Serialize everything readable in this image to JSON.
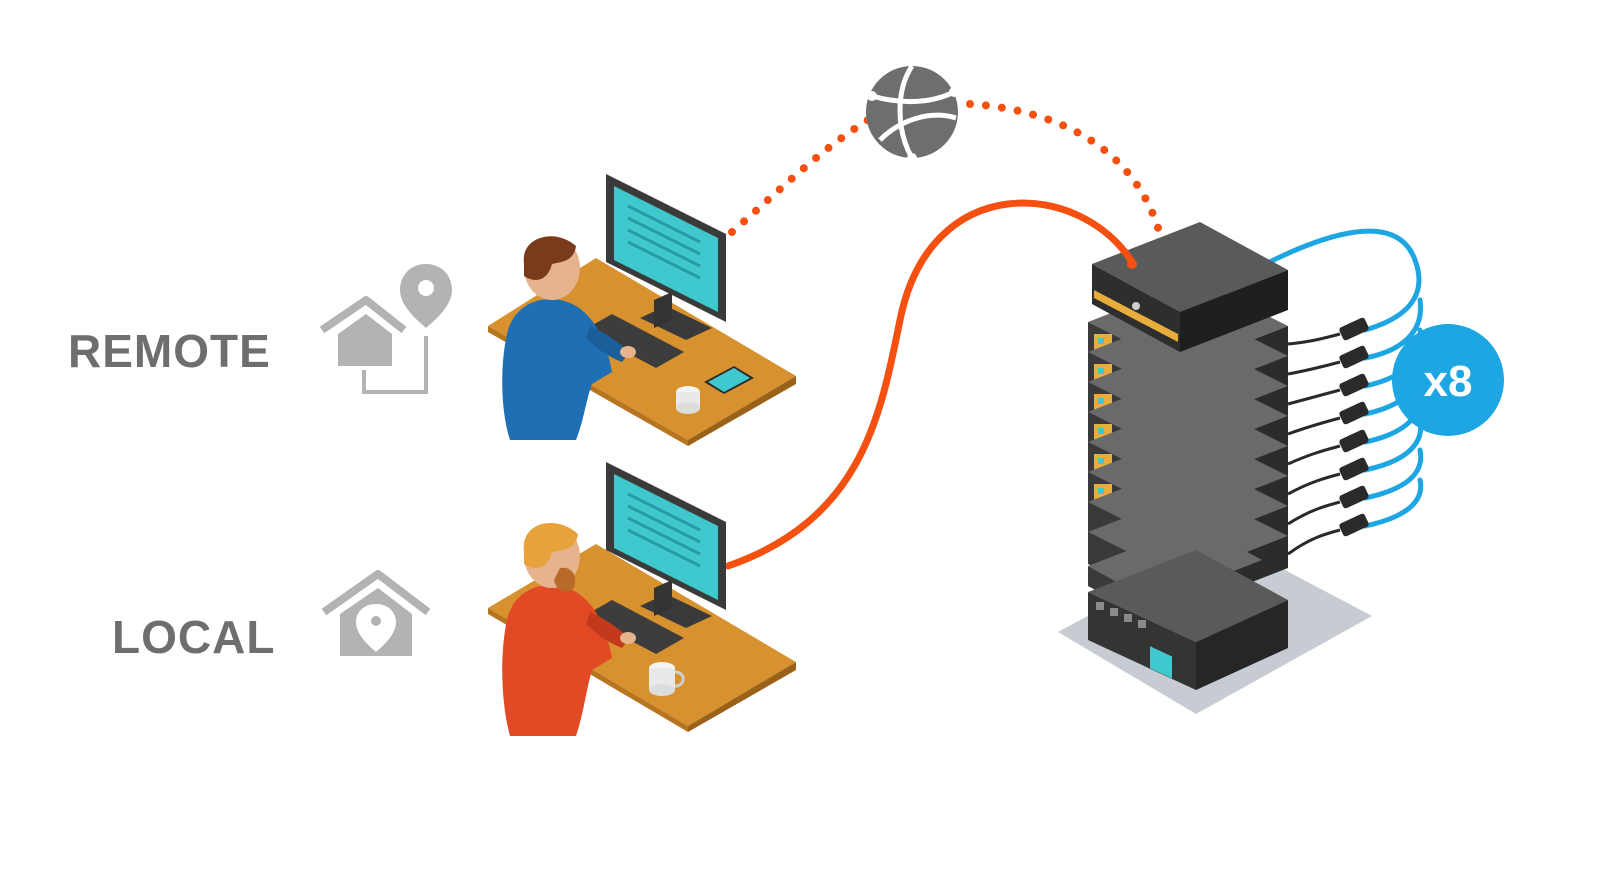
{
  "labels": {
    "remote": "REMOTE",
    "local": "LOCAL",
    "multiplier": "x8"
  },
  "icons": {
    "globe": "globe-network-icon",
    "remote_home": "home-with-map-pin-icon",
    "local_home": "home-location-icon"
  },
  "colors": {
    "orange_link": "#f5500f",
    "blue_link": "#1ea6e3",
    "badge": "#1ea6e3",
    "label_gray": "#6e6e6e",
    "icon_gray": "#b3b3b3",
    "globe_gray": "#6e6e6e",
    "screen": "#3fc9cf",
    "desk": "#d7922f",
    "remote_shirt": "#1f6fb5",
    "local_shirt": "#e24a26",
    "rack": "#4a4a4a"
  }
}
